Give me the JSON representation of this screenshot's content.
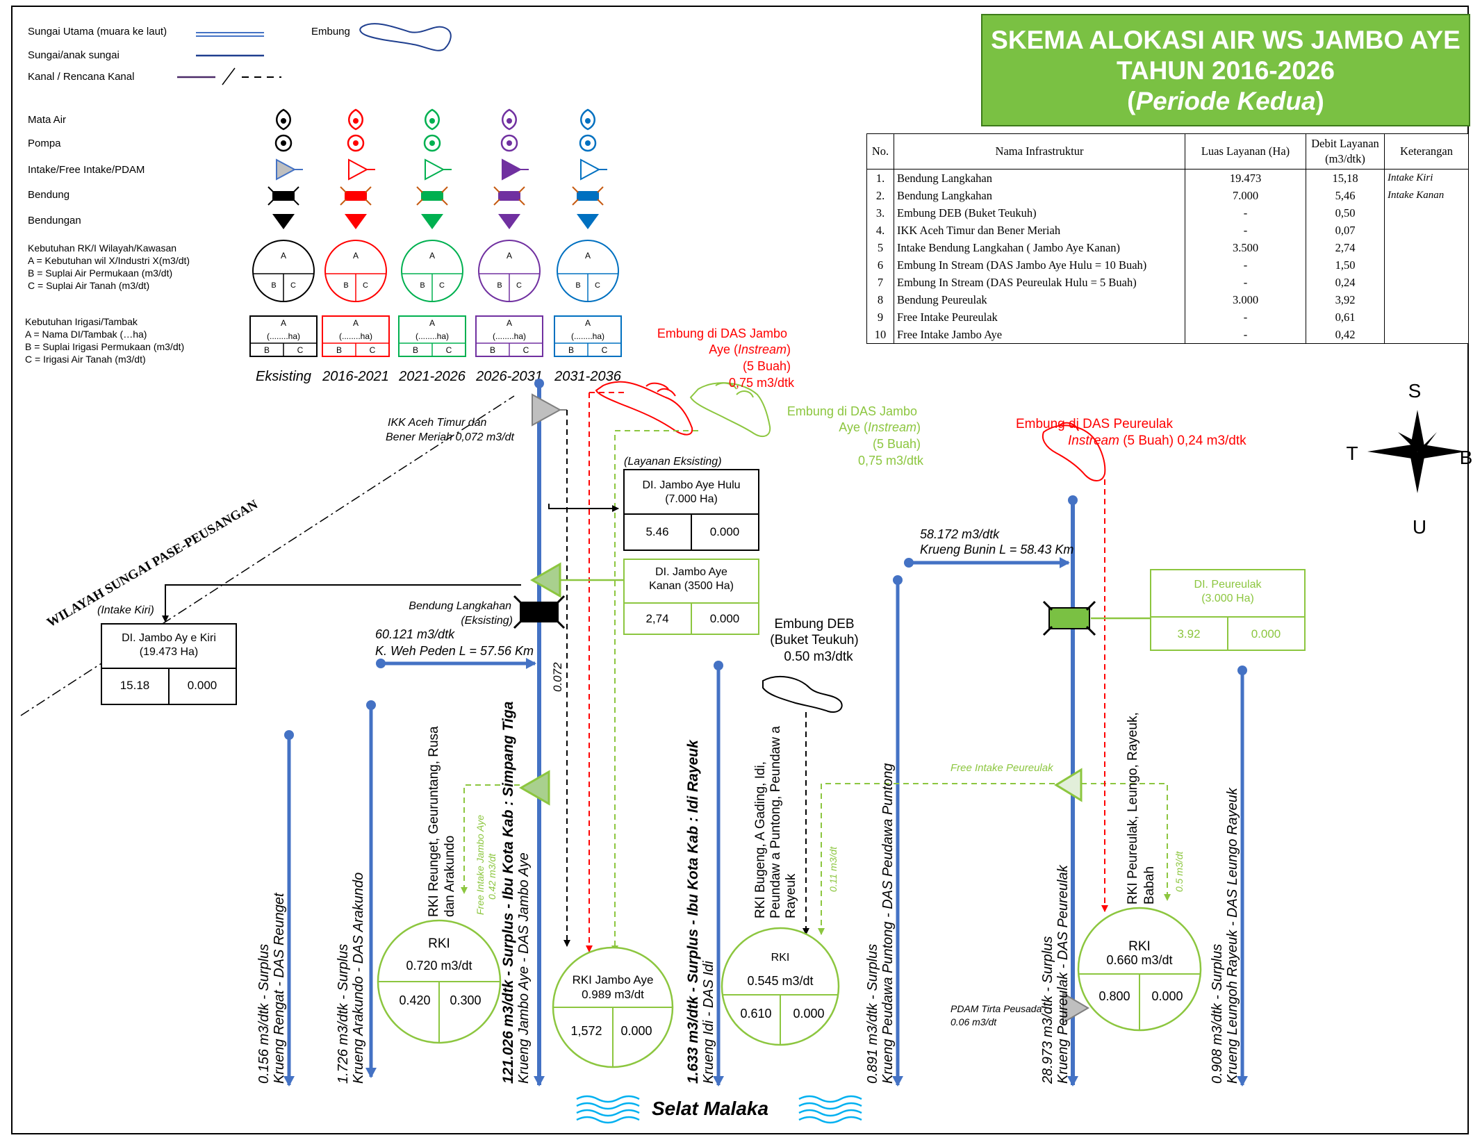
{
  "title": {
    "line1": "SKEMA ALOKASI AIR WS JAMBO AYE",
    "line2": "TAHUN 2016-2026",
    "line3_open": "(",
    "line3_italic": "Periode Kedua",
    "line3_close": ")"
  },
  "legend": {
    "sungai_utama": "Sungai Utama (muara ke laut)",
    "anak_sungai": "Sungai/anak sungai",
    "kanal": "Kanal / Rencana Kanal",
    "embung": "Embung",
    "mata_air": "Mata Air",
    "pompa": "Pompa",
    "intake": "Intake/Free Intake/PDAM",
    "bendung": "Bendung",
    "bendungan": "Bendungan",
    "rki_title": "Kebutuhan RK/I Wilayah/Kawasan",
    "rki_a": "A  = Kebutuhan wil X/Industri X(m3/dt)",
    "rki_b": "B  = Suplai Air Permukaan (m3/dt)",
    "rki_c": "C  = Suplai Air Tanah (m3/dt)",
    "irr_title": "Kebutuhan Irigasi/Tambak",
    "irr_a": "A  = Nama DI/Tambak (…ha)",
    "irr_b": "B  = Suplai Irigasi Permukaan (m3/dt)",
    "irr_c": "C  = Irigasi Air Tanah (m3/dt)",
    "letter_a": "A",
    "letter_b": "B",
    "letter_c": "C",
    "ha_label": "(........ha)",
    "periods": [
      "Eksisting",
      "2016-2021",
      "2021-2026",
      "2026-2031",
      "2031-2036"
    ],
    "colors": [
      "#000000",
      "#ff0000",
      "#00b050",
      "#7030a0",
      "#0070c0"
    ]
  },
  "table": {
    "headers": {
      "no": "No.",
      "nama": "Nama Infrastruktur",
      "luas": "Luas Layanan    (Ha)",
      "debit_1": "Debit Layanan",
      "debit_2": "(m3/dtk)",
      "ket": "Keterangan"
    },
    "rows": [
      {
        "no": "1.",
        "nama": "Bendung Langkahan",
        "luas": "19.473",
        "debit": "15,18",
        "ket": "Intake Kiri"
      },
      {
        "no": "2.",
        "nama": "Bendung Langkahan",
        "luas": "7.000",
        "debit": "5,46",
        "ket": "Intake Kanan"
      },
      {
        "no": "3.",
        "nama": "Embung DEB (Buket Teukuh)",
        "luas": "-",
        "debit": "0,50",
        "ket": ""
      },
      {
        "no": "4.",
        "nama": "IKK Aceh Timur dan Bener Meriah",
        "luas": "-",
        "debit": "0,07",
        "ket": ""
      },
      {
        "no": "5",
        "nama": "Intake Bendung Langkahan ( Jambo Aye Kanan)",
        "luas": "3.500",
        "debit": "2,74",
        "ket": ""
      },
      {
        "no": "6",
        "nama": "Embung In Stream (DAS Jambo Aye Hulu = 10 Buah)",
        "luas": "-",
        "debit": "1,50",
        "ket": ""
      },
      {
        "no": "7",
        "nama": "Embung In Stream (DAS Peureulak Hulu = 5 Buah)",
        "luas": "-",
        "debit": "0,24",
        "ket": ""
      },
      {
        "no": "8",
        "nama": "Bendung Peureulak",
        "luas": "3.000",
        "debit": "3,92",
        "ket": ""
      },
      {
        "no": "9",
        "nama": "Free Intake Peureulak",
        "luas": "-",
        "debit": "0,61",
        "ket": ""
      },
      {
        "no": "10",
        "nama": "Free Intake Jambo Aye",
        "luas": "-",
        "debit": "0,42",
        "ket": ""
      }
    ]
  },
  "compass": {
    "s": "S",
    "t": "T",
    "b": "B",
    "u": "U"
  },
  "region_label": "WILAYAH SUNGAI PASE-PEUSANGAN",
  "labels": {
    "embung_jambo_red_1": "Embung  di DAS Jambo",
    "embung_jambo_red_2a": "Aye (",
    "embung_jambo_red_2b": "Instream",
    "embung_jambo_red_2c": ")",
    "embung_jambo_red_3": "(5 Buah)",
    "embung_jambo_red_4": "0,75 m3/dtk",
    "embung_jambo_green_1": "Embung  di DAS Jambo",
    "embung_jambo_green_2a": "Aye (",
    "embung_jambo_green_2b": "Instream",
    "embung_jambo_green_2c": ")",
    "embung_jambo_green_3": "(5 Buah)",
    "embung_jambo_green_4": "0,75 m3/dtk",
    "embung_peureulak_1": "Embung  di DAS Peureulak",
    "embung_peureulak_2a": "Instream",
    "embung_peureulak_2b": " (5 Buah) 0,24 m3/dtk",
    "ikk_1": "IKK Aceh Timur dan",
    "ikk_2": "Bener Meriah 0,072 m3/dt",
    "layanan_eksisting": "(Layanan Eksisting)",
    "intake_kiri": "(Intake Kiri)",
    "bendung_langkahan_1": "Bendung Langkahan",
    "bendung_langkahan_2": "(Eksisting)",
    "weh_1": "60.121 m3/dtk",
    "weh_2": "K. Weh Peden L = 57.56 Km",
    "bunin_1": "58.172 m3/dtk",
    "bunin_2": "Krueng Bunin L = 58.43 Km",
    "embung_deb_1": "Embung  DEB",
    "embung_deb_2": "(Buket Teukuh)",
    "embung_deb_3": "0.50 m3/dtk",
    "free_intake_peureulak": "Free Intake Peureulak",
    "flow_0072": "0.072",
    "flow_042_1": "Free Intake Jambo Aye",
    "flow_042_2": "0.42 m3/dt",
    "flow_011": "0.11 m3/dt",
    "flow_05": "0.5 m3/dt",
    "pdam_1": "PDAM Tirta Peusada",
    "pdam_2": "0.06 m3/dt",
    "selat_malaka": "Selat Malaka"
  },
  "di_boxes": {
    "jambo_hulu": {
      "name_1": "DI. Jambo Aye Hulu",
      "name_2": "(7.000 Ha)",
      "b": "5.46",
      "c": "0.000"
    },
    "jambo_kanan": {
      "name_1": "DI. Jambo Aye",
      "name_2": "Kanan (3500 Ha)",
      "b": "2,74",
      "c": "0.000"
    },
    "jambo_kiri": {
      "name_1": "DI. Jambo Ay e Kiri",
      "name_2": "(19.473 Ha)",
      "b": "15.18",
      "c": "0.000"
    },
    "peureulak": {
      "name_1": "DI. Peureulak",
      "name_2": "(3.000 Ha)",
      "b": "3.92",
      "c": "0.000"
    }
  },
  "rki": {
    "reunget": {
      "title": "RKI",
      "a": "0.720 m3/dt",
      "b": "0.420",
      "c": "0.300",
      "label_1": "RKI Reunget, Geuruntang, Rusa",
      "label_2": "dan Arakundo"
    },
    "jambo_aye": {
      "title": "RKI Jambo Aye",
      "a": "0.989 m3/dt",
      "b": "1,572",
      "c": "0.000"
    },
    "idi": {
      "title": "RKI",
      "a": "0.545 m3/dt",
      "b": "0.610",
      "c": "0.000",
      "label_1": "RKI Bugeng, A Gading, Idi,",
      "label_2": "Peundaw a Puntong, Peundaw a",
      "label_3": "Rayeuk"
    },
    "peureulak": {
      "title": "RKI",
      "a": "0.660 m3/dt",
      "b": "0.800",
      "c": "0.000",
      "label_1": "RKI Peureulak, Leungo, Rayeuk,",
      "label_2": "Babah"
    }
  },
  "rivers": [
    {
      "line1": "0.156 m3/dtk - Surplus",
      "line2": "Krueng Rengat - DAS Reunget",
      "bold": false
    },
    {
      "line1": "1.726 m3/dtk - Surplus",
      "line2": "Krueng Arakundo - DAS Arakundo",
      "bold": false
    },
    {
      "line1": "121.026 m3/dtk - Surplus - Ibu Kota Kab : Simpang Tiga",
      "line2": "Krueng Jambo Aye - DAS Jambo Aye",
      "bold": true
    },
    {
      "line1": "1.633 m3/dtk - Surplus - Ibu Kota Kab : Idi Rayeuk",
      "line2": "Krueng Idi - DAS Idi",
      "bold": true
    },
    {
      "line1": "0.891 m3/dtk - Surplus",
      "line2": "Krueng Peudawa Puntong - DAS Peudawa Puntong",
      "bold": false
    },
    {
      "line1": "28.973 m3/dtk - Surplus",
      "line2": "Krueng Peureulak - DAS Peureulak",
      "bold": false
    },
    {
      "line1": "0.908 m3/dtk - Surplus",
      "line2": "Krueng Leungoh Rayeuk - DAS Leungo Rayeuk",
      "bold": false
    }
  ]
}
